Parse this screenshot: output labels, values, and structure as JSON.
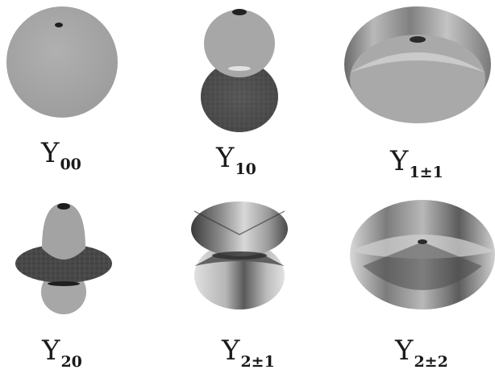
{
  "colors": {
    "background": "#ffffff",
    "light_gray": "#a6a6a6",
    "mid_gray": "#8c8c8c",
    "dark_gray": "#4d4d4d",
    "highlight": "#d0d0d0"
  },
  "harmonics": [
    {
      "id": "Y00",
      "letter": "Y",
      "subscript": "00",
      "shape": "sphere",
      "icon": "spherical-harmonic-y00-icon"
    },
    {
      "id": "Y10",
      "letter": "Y",
      "subscript": "10",
      "shape": "dumbbell",
      "icon": "spherical-harmonic-y10-icon"
    },
    {
      "id": "Y1pm1",
      "letter": "Y",
      "subscript": "1±1",
      "shape": "torus-disk",
      "icon": "spherical-harmonic-y1pm1-icon"
    },
    {
      "id": "Y20",
      "letter": "Y",
      "subscript": "20",
      "shape": "lobes-with-ring",
      "icon": "spherical-harmonic-y20-icon"
    },
    {
      "id": "Y2pm1",
      "letter": "Y",
      "subscript": "2±1",
      "shape": "double-cone",
      "icon": "spherical-harmonic-y2pm1-icon"
    },
    {
      "id": "Y2pm2",
      "letter": "Y",
      "subscript": "2±2",
      "shape": "flat-disk",
      "icon": "spherical-harmonic-y2pm2-icon"
    }
  ]
}
